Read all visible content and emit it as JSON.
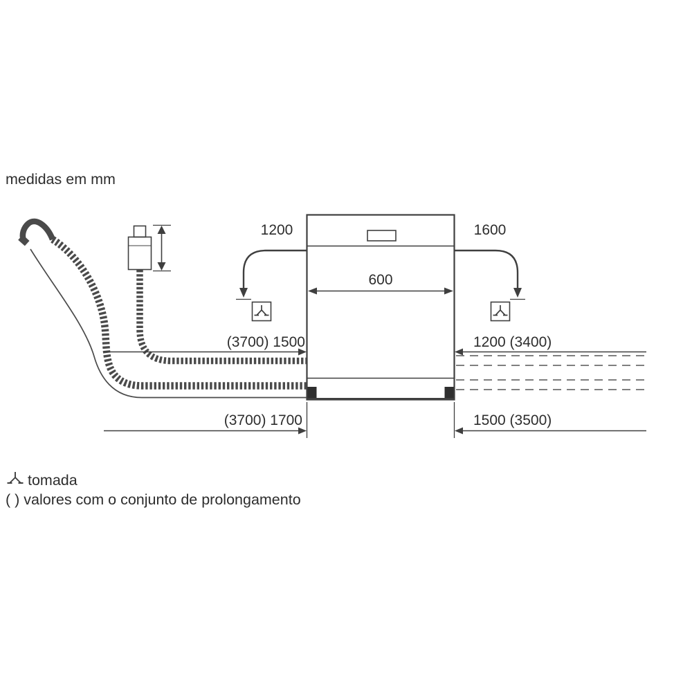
{
  "diagram": {
    "units_note": "medidas em mm",
    "dimensions": {
      "appliance_width": "600",
      "socket_left_distance": "1200",
      "socket_right_distance": "1600",
      "row1_left": "(3700) 1500",
      "row1_right": "1200 (3400)",
      "row2_left": "(3700) 1700",
      "row2_right": "1500 (3500)"
    },
    "legend": {
      "socket_label": "tomada",
      "extension_note": "( ) valores com o conjunto de prolongamento"
    },
    "icons": {
      "socket": "socket-icon"
    },
    "colors": {
      "line": "#3f3f3f",
      "hose": "#4a4a4a",
      "text": "#2d2d2d",
      "background": "#ffffff"
    }
  }
}
